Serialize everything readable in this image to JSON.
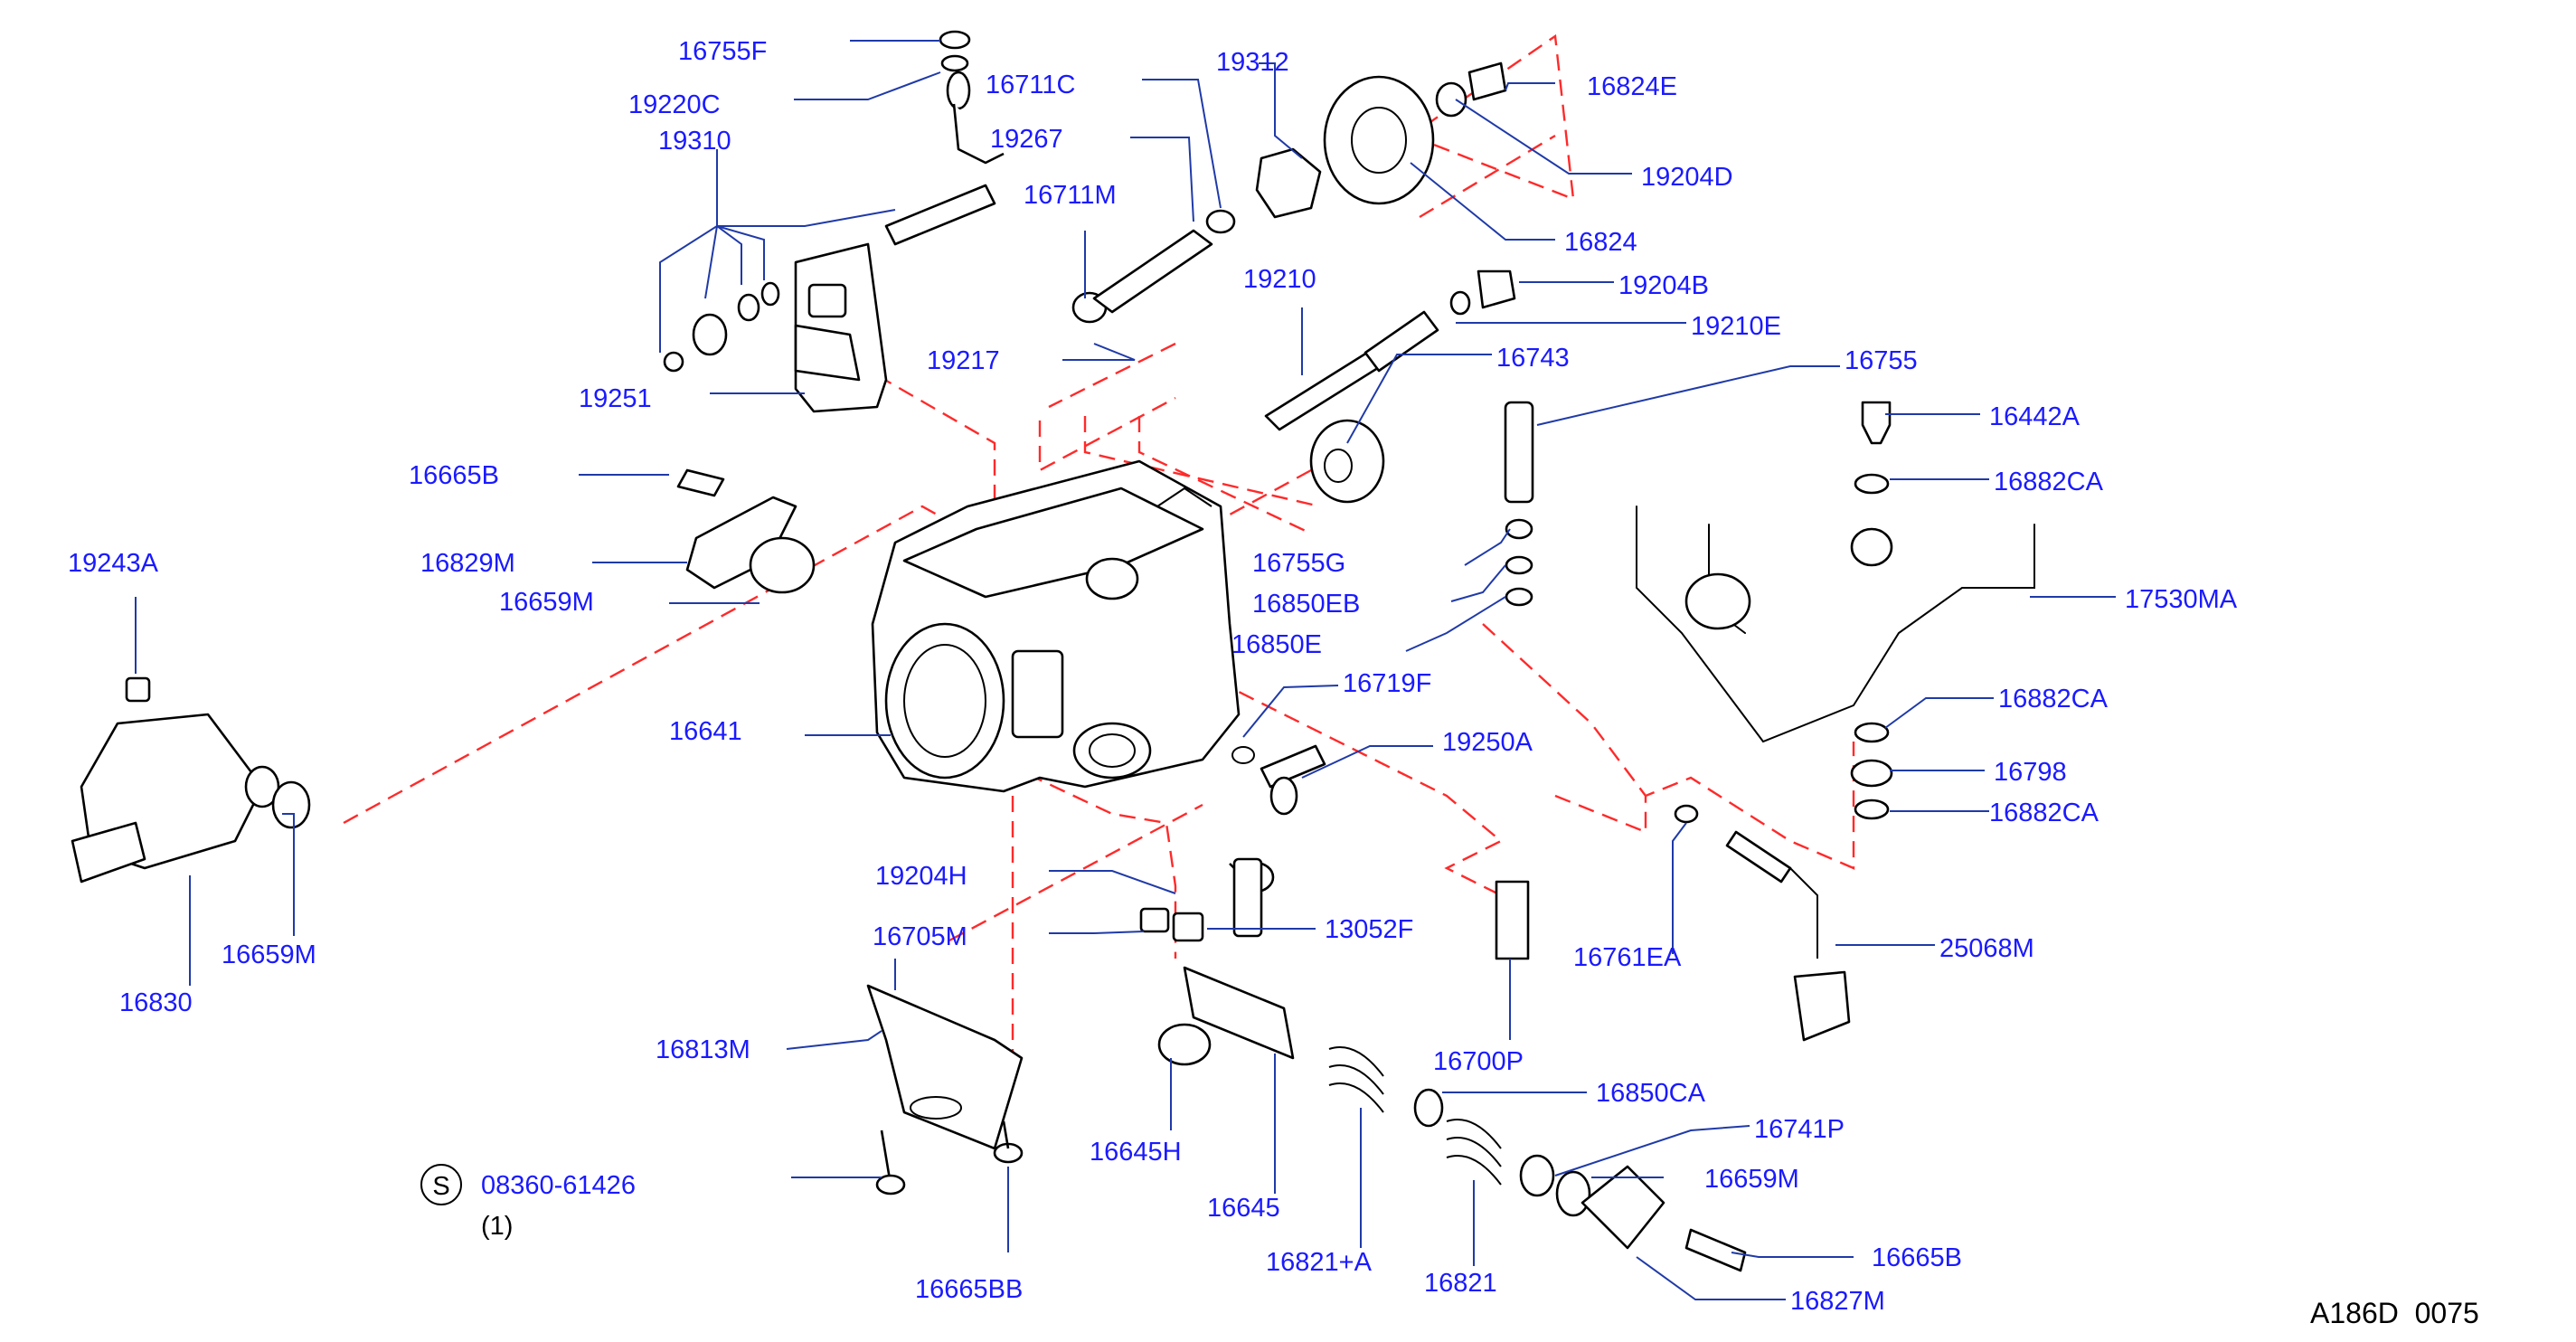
{
  "diagram_code": "A186D  0075",
  "standard_part": {
    "symbol": "S",
    "number": "08360-61426",
    "qty": "(1)"
  },
  "parts": {
    "p16755F": "16755F",
    "p19220C": "19220C",
    "p16711C": "16711C",
    "p19312": "19312",
    "p16824E": "16824E",
    "p19310": "19310",
    "p19267": "19267",
    "p19204D": "19204D",
    "p16711M": "16711M",
    "p16824": "16824",
    "p19210": "19210",
    "p19204B": "19204B",
    "p19210E": "19210E",
    "p19217": "19217",
    "p16743": "16743",
    "p16755": "16755",
    "p19251": "19251",
    "p16442A": "16442A",
    "p16665B_top": "16665B",
    "p16882CA_1": "16882CA",
    "p16829M": "16829M",
    "p16755G": "16755G",
    "p19243A": "19243A",
    "p16659M_a": "16659M",
    "p16850EB": "16850EB",
    "p17530MA": "17530MA",
    "p16850E": "16850E",
    "p16719F": "16719F",
    "p16882CA_2": "16882CA",
    "p16641": "16641",
    "p19250A": "19250A",
    "p16798": "16798",
    "p16882CA_3": "16882CA",
    "p19204H": "19204H",
    "p13052F": "13052F",
    "p16705M": "16705M",
    "p16761EA": "16761EA",
    "p25068M": "25068M",
    "p16659M_b": "16659M",
    "p16830": "16830",
    "p16813M": "16813M",
    "p16700P": "16700P",
    "p16850CA": "16850CA",
    "p16645H": "16645H",
    "p16741P": "16741P",
    "p16659M_c": "16659M",
    "p16645": "16645",
    "p16665B_bot": "16665B",
    "p16821A": "16821+A",
    "p16821": "16821",
    "p16827M": "16827M",
    "p16665BB": "16665BB"
  }
}
